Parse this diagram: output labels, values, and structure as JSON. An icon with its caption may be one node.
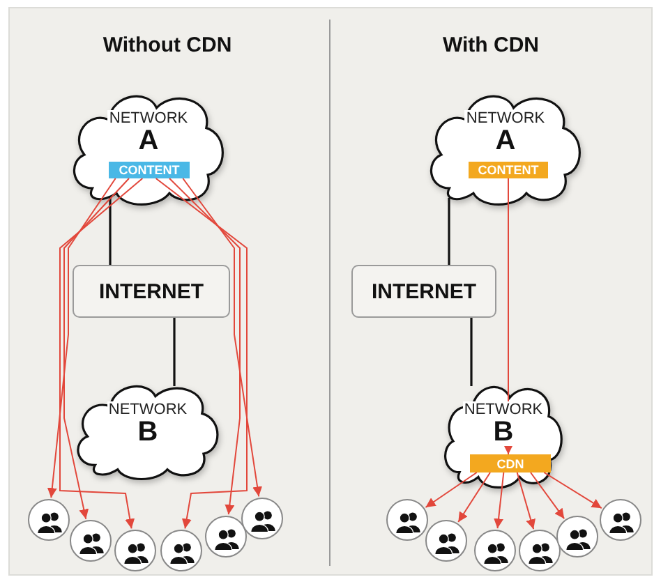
{
  "diagram": {
    "nodes": [
      {
        "text": [
          "NETWORK",
          "A"
        ]
      },
      {
        "text": [
          "CONTENT"
        ],
        "in": 0
      },
      {
        "text": [
          "INTERNET"
        ]
      },
      {
        "text": [
          "NETWORK",
          "B"
        ]
      },
      {
        "text": [],
        "shape": "person"
      },
      {
        "text": [],
        "shape": "person"
      },
      {
        "text": [],
        "shape": "person"
      },
      {
        "text": [],
        "shape": "person"
      },
      {
        "text": [],
        "shape": "person"
      },
      {
        "text": [],
        "shape": "person"
      },
      {
        "text": [
          "NETWORK",
          "A"
        ]
      },
      {
        "text": [
          "CONTENT"
        ],
        "in": 10
      },
      {
        "text": [
          "INTERNET"
        ]
      },
      {
        "text": [
          "NETWORK",
          "B"
        ]
      },
      {
        "text": [
          "CDN"
        ],
        "in": 13
      },
      {
        "text": [],
        "shape": "person"
      },
      {
        "text": [],
        "shape": "person"
      },
      {
        "text": [],
        "shape": "person"
      },
      {
        "text": [],
        "shape": "person"
      },
      {
        "text": [],
        "shape": "person"
      },
      {
        "text": [],
        "shape": "person"
      }
    ],
    "edges": [
      {
        "from": 0,
        "to": 2,
        "arrow": "none",
        "color": "#111111"
      },
      {
        "from": 2,
        "to": 3,
        "arrow": "none",
        "color": "#111111"
      },
      {
        "from": 1,
        "to": 4,
        "arrow": "to"
      },
      {
        "from": 1,
        "to": 5,
        "arrow": "to"
      },
      {
        "from": 1,
        "to": 6,
        "arrow": "to"
      },
      {
        "from": 1,
        "to": 7,
        "arrow": "to"
      },
      {
        "from": 1,
        "to": 8,
        "arrow": "to"
      },
      {
        "from": 1,
        "to": 9,
        "arrow": "to"
      },
      {
        "from": 10,
        "to": 12,
        "arrow": "none",
        "color": "#111111"
      },
      {
        "from": 12,
        "to": 13,
        "arrow": "none",
        "color": "#111111"
      },
      {
        "from": 11,
        "to": 14,
        "arrow": "to"
      },
      {
        "from": 14,
        "to": 15,
        "arrow": "to"
      },
      {
        "from": 14,
        "to": 16,
        "arrow": "to"
      },
      {
        "from": 14,
        "to": 17,
        "arrow": "to"
      },
      {
        "from": 14,
        "to": 18,
        "arrow": "to"
      },
      {
        "from": 14,
        "to": 19,
        "arrow": "to"
      },
      {
        "from": 14,
        "to": 20,
        "arrow": "to"
      }
    ],
    "labels": [
      "Without CDN",
      "With CDN"
    ]
  }
}
